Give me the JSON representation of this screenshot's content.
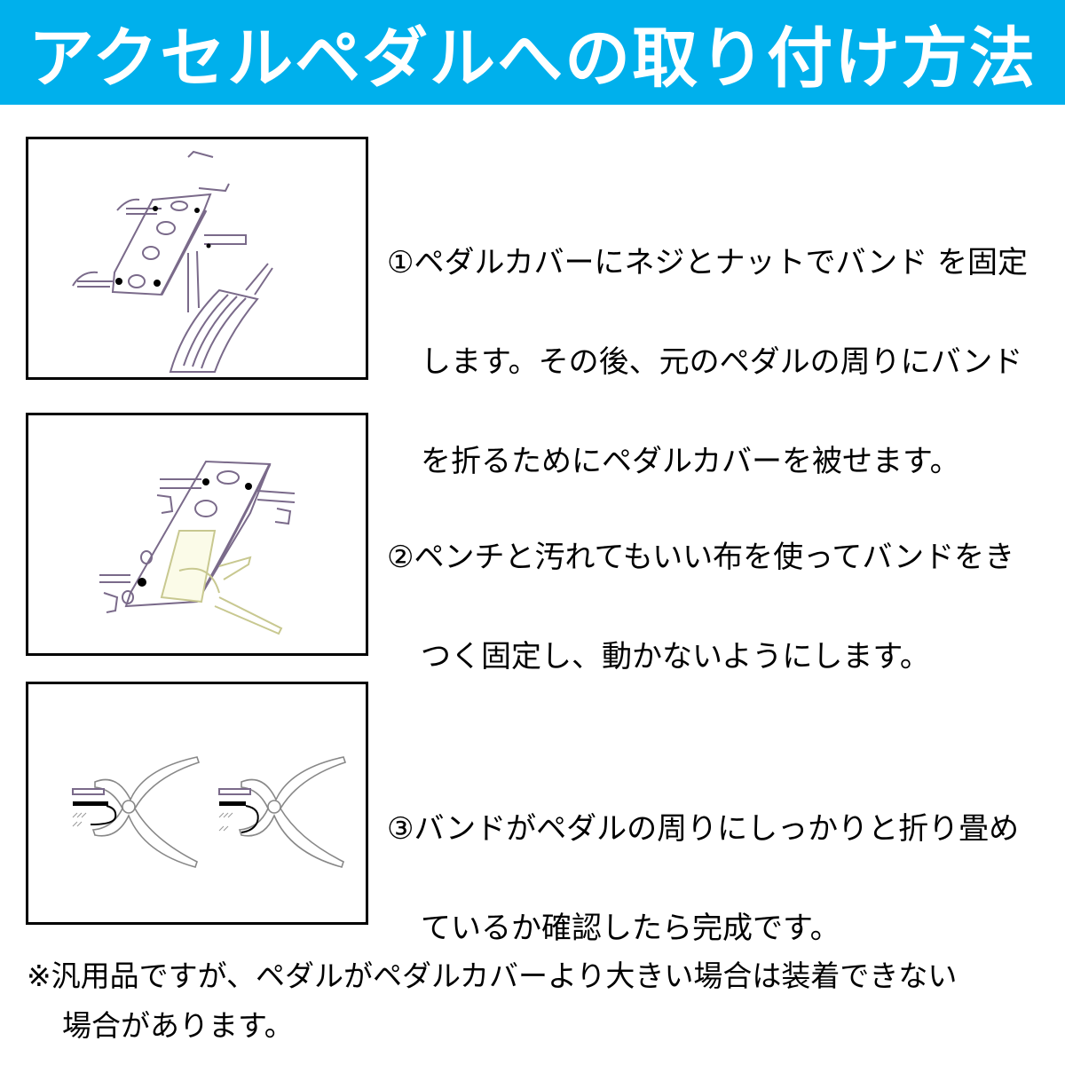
{
  "header": {
    "title": "アクセルペダルへの取り付け方法",
    "background_color": "#00b0ec",
    "text_color": "#ffffff"
  },
  "steps": [
    {
      "number": "①",
      "illustration": "pedal-cover-attach-illustration",
      "lines": [
        "①ペダルカバーにネジとナットでバンド を固定",
        "します。その後、元のペダルの周りにバンド",
        "を折るためにペダルカバーを被せます。"
      ]
    },
    {
      "number": "②",
      "illustration": "pliers-tighten-band-illustration",
      "lines": [
        "②ペンチと汚れてもいい布を使ってバンドをき",
        "つく固定し、動かないようにします。"
      ]
    },
    {
      "number": "③",
      "illustration": "band-folded-check-illustration",
      "lines": [
        "③バンドがペダルの周りにしっかりと折り畳め",
        "ているか確認したら完成です。"
      ]
    }
  ],
  "note": {
    "lines": [
      "※汎用品ですが、ペダルがペダルカバーより大きい場合は装着できない",
      "場合があります。"
    ]
  }
}
